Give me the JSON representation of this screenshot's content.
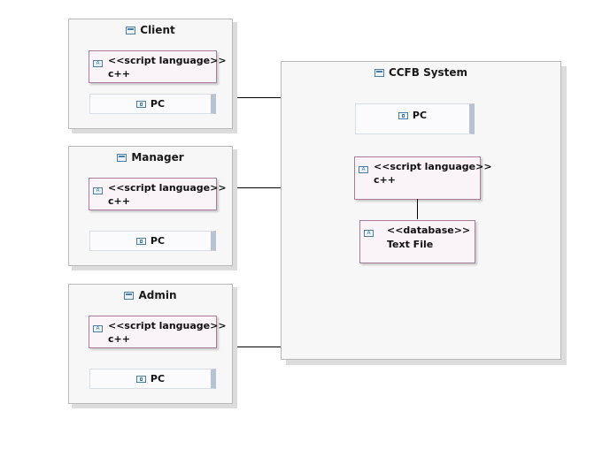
{
  "nodes": {
    "client": {
      "title": "Client",
      "artifact": {
        "stereotype": "<<script language>>",
        "name": "c++"
      },
      "device": {
        "label": "PC"
      }
    },
    "manager": {
      "title": "Manager",
      "artifact": {
        "stereotype": "<<script language>>",
        "name": "c++"
      },
      "device": {
        "label": "PC"
      }
    },
    "admin": {
      "title": "Admin",
      "artifact": {
        "stereotype": "<<script language>>",
        "name": "c++"
      },
      "device": {
        "label": "PC"
      }
    },
    "system": {
      "title": "CCFB System",
      "device": {
        "label": "PC"
      },
      "artifact": {
        "stereotype": "<<script language>>",
        "name": "c++"
      },
      "database": {
        "stereotype": "<<database>>",
        "name": "Text File"
      }
    }
  },
  "icons": {
    "node": "node-icon",
    "artifact": "artifact-icon",
    "device": "device-icon"
  },
  "colors": {
    "artifact_border": "#a87c9f",
    "artifact_fill": "#faf3f8",
    "icon": "#4a7ea8",
    "node_fill": "#f7f7f7"
  }
}
